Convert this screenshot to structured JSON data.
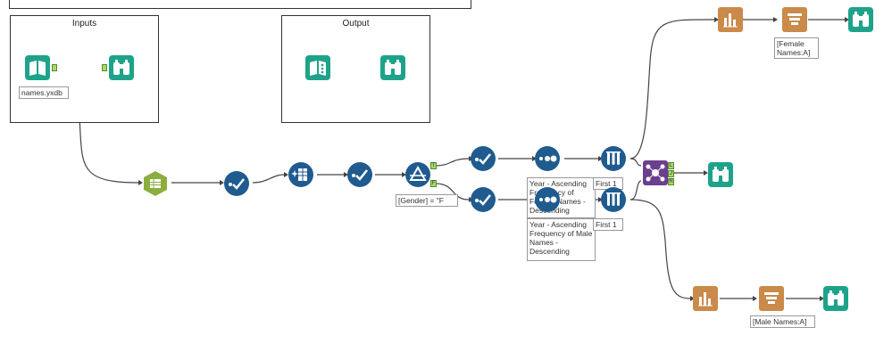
{
  "colors": {
    "input": "#1ea38a",
    "browse": "#1ea38a",
    "prep": "#1f5b8f",
    "join": "#8cae3f",
    "summarize": "#c98a4a",
    "union": "#6b3f8f",
    "connector": "#444444",
    "anchor": "#a6d96a"
  },
  "containers": {
    "inputs_title": "Inputs",
    "output_title": "Output"
  },
  "annotations": {
    "input_file": "names.yxdb",
    "filter_expr": "[Gender] = \"F",
    "sort_female": "Year - Ascending Frequency of Female Names - Descending",
    "sample_female": "First 1",
    "sort_male": "Year - Ascending Frequency of Male Names - Descending",
    "sample_male": "First 1",
    "female_output": "[Female Names:A]",
    "male_output": "[Male Names:A]"
  },
  "anchors": {
    "true": "T",
    "false": "F",
    "left": "L",
    "join": "J",
    "right": "R"
  }
}
